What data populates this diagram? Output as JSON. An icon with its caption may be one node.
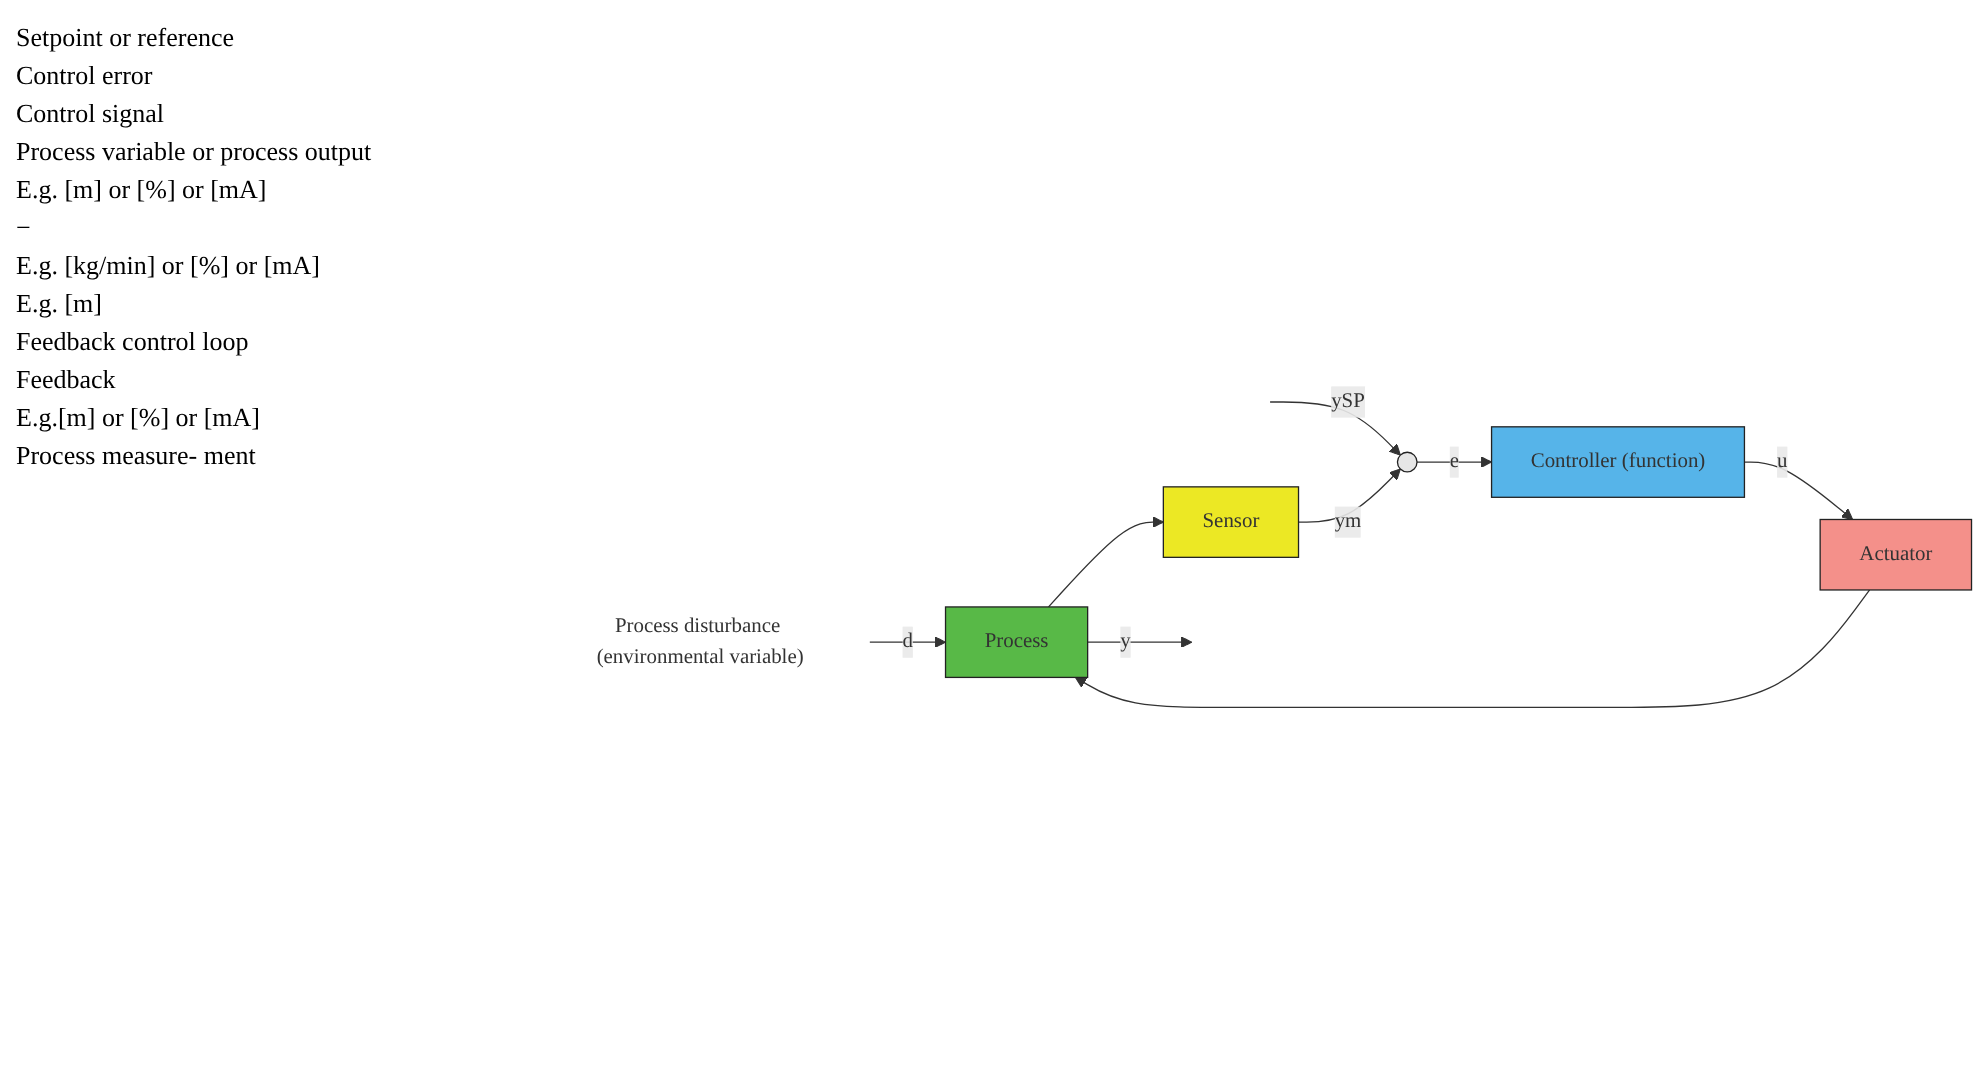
{
  "diagram": {
    "nodes": [
      {
        "text": [
          "Process disturbance (environmental variable)"
        ]
      },
      {
        "text": [],
        "shape": "circle"
      },
      {
        "text": [
          "Controller (function)"
        ]
      },
      {
        "text": [
          "Actuator"
        ]
      },
      {
        "text": [
          "Process"
        ]
      },
      {
        "text": [
          "Sensor"
        ]
      }
    ],
    "edges": [
      {
        "from": null,
        "to": 1,
        "arrow": "to",
        "label": "ySP"
      },
      {
        "from": 1,
        "to": 2,
        "arrow": "to",
        "label": "e"
      },
      {
        "from": 2,
        "to": 3,
        "arrow": "to",
        "label": "u"
      },
      {
        "from": 3,
        "to": 4,
        "arrow": "to"
      },
      {
        "from": 0,
        "to": 4,
        "arrow": "to",
        "label": "d"
      },
      {
        "from": 4,
        "to": null,
        "arrow": "to",
        "label": "y"
      },
      {
        "from": 4,
        "to": 5,
        "arrow": "to"
      },
      {
        "from": 5,
        "to": 1,
        "arrow": "to",
        "label": "ym"
      }
    ],
    "labels": [
      "Setpoint or reference",
      "Control error",
      "Control signal",
      "Process variable or process output",
      "E.g. [m] or [%] or [mA]",
      "−",
      "E.g. [kg/min] or [%] or [mA]",
      "E.g. [m]",
      "Feedback control loop",
      "Feedback",
      "E.g.[m] or [%] or [mA]",
      "Process measure- ment"
    ]
  }
}
